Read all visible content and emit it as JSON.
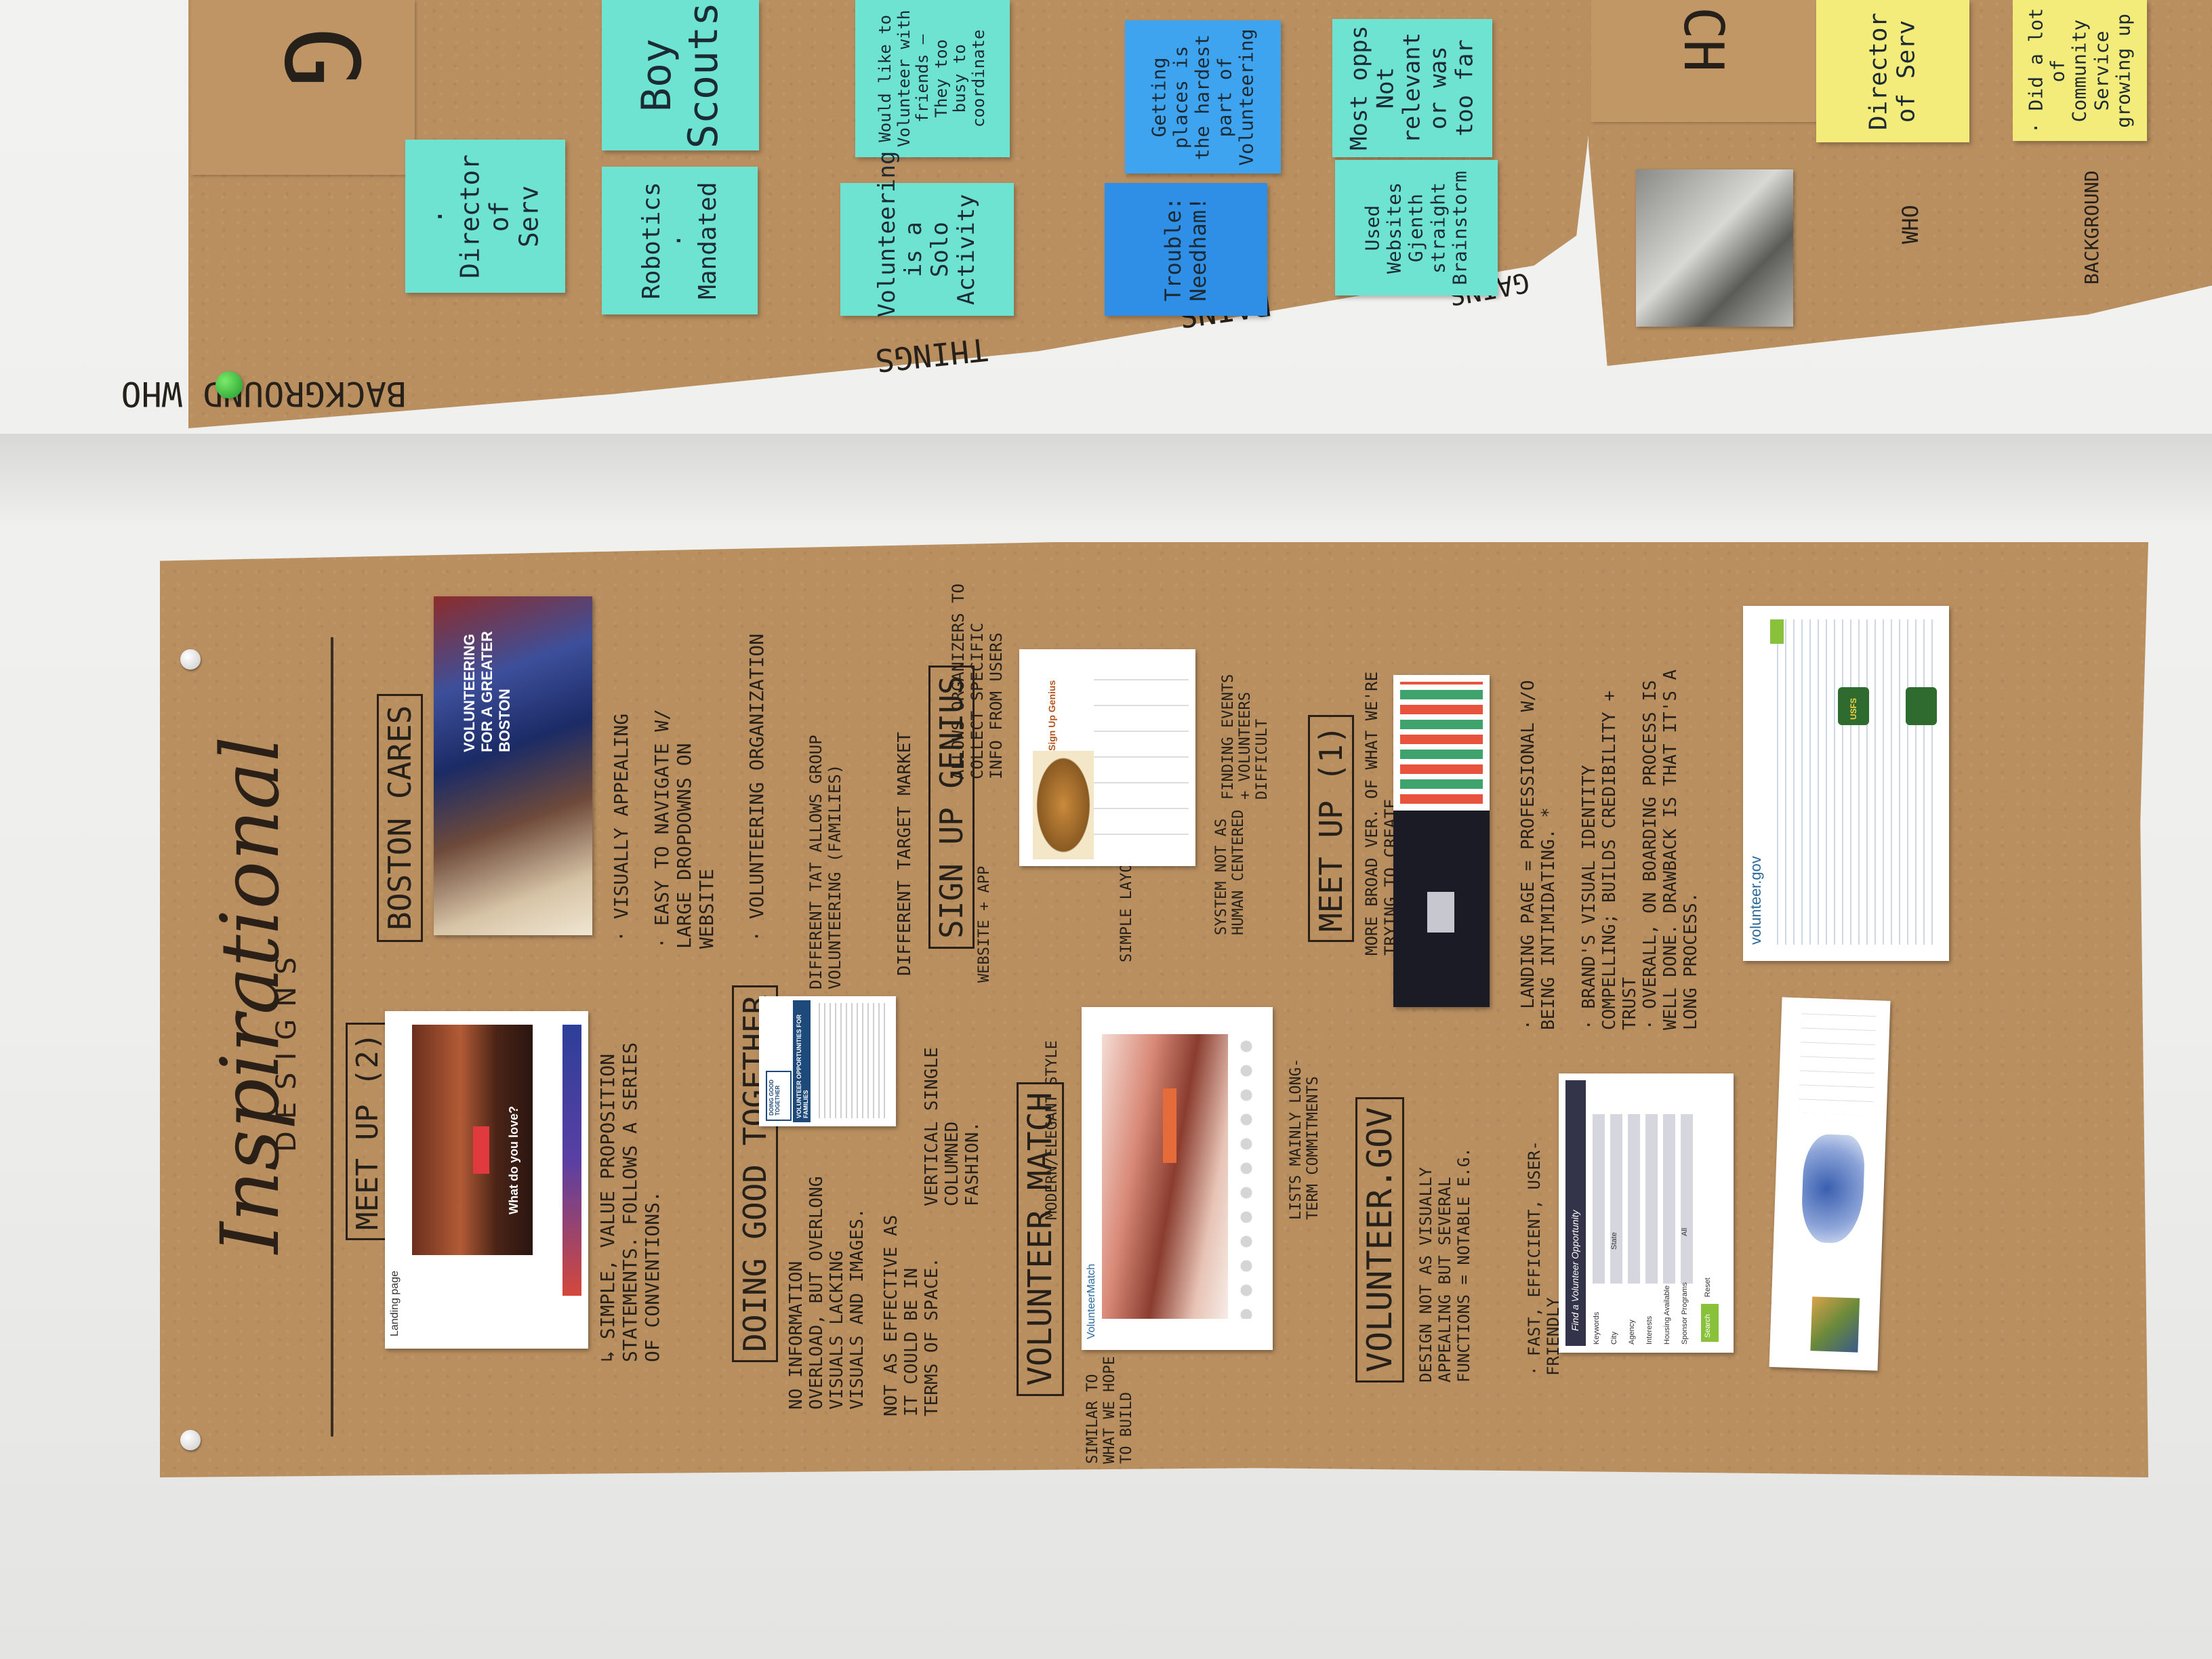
{
  "upper_board": {
    "corner_letters": "G",
    "labels": [
      "BACKGROUND WHO",
      "THINGS",
      "PAINS",
      "GAINS"
    ],
    "notes": [
      {
        "id": "n1",
        "text": "· Director\nof\nServ",
        "color": "#6fe3d2"
      },
      {
        "id": "n2",
        "text": "Boy\nScouts",
        "color": "#6fe3d2"
      },
      {
        "id": "n3",
        "text": "Robotics\n· Mandated",
        "color": "#6fe3d2"
      },
      {
        "id": "n4",
        "text": "Would like to\nVolunteer with\nfriends —\nThey too\nbusy to coordinate",
        "color": "#6fe3d2"
      },
      {
        "id": "n5",
        "text": "Volunteering\nis a\nSolo\nActivity",
        "color": "#6fe3d2"
      },
      {
        "id": "n6",
        "text": "Getting\nplaces is\nthe hardest\npart of Volunteering",
        "color": "#3fa4f0"
      },
      {
        "id": "n7",
        "text": "Trouble:\nNeedham!",
        "color": "#2f8fe6"
      },
      {
        "id": "n8",
        "text": "Most opps\nNot relevant\nor was\ntoo far",
        "color": "#6fe3d2"
      },
      {
        "id": "n9",
        "text": "Used\nWebsites\nGjenth straight\nBrainstorm",
        "color": "#6fe3d2"
      }
    ]
  },
  "right_board": {
    "corner_letters": "CH",
    "labels": [
      "WHO",
      "BACKGROUND"
    ],
    "notes": [
      {
        "id": "r1",
        "text": "Director\nof Serv",
        "color": "#f3ec7a"
      },
      {
        "id": "r2",
        "text": "· Did a lot of\nCommunity\nService\ngrowing up",
        "color": "#f3ec7a"
      }
    ]
  },
  "main_board": {
    "title": "Inspirational",
    "subtitle": "DESIGNS",
    "sections": [
      {
        "id": "boston",
        "heading": "BOSTON CARES",
        "notes": [
          "· VISUALLY APPEALING",
          "· EASY TO NAVIGATE W/ LARGE DROPDOWNS ON WEBSITE",
          "· VOLUNTEERING ORGANIZATION"
        ]
      },
      {
        "id": "meetup2",
        "heading": "MEET UP (2)",
        "notes": [
          "↳ SIMPLE, VALUE PROPOSITION STATEMENTS. FOLLOWS A SERIES OF CONVENTIONS."
        ]
      },
      {
        "id": "doinggood",
        "heading": "DOING GOOD TOGETHER",
        "notes": [
          "NO INFORMATION OVERLOAD, BUT OVERLONG VISUALS LACKING VISUALS AND IMAGES.",
          "NOT AS EFFECTIVE AS IT COULD BE IN TERMS OF SPACE.",
          "VERTICAL SINGLE COLUMNED FASHION.",
          "DIFFERENT TAT ALLOWS GROUP VOLUNTEERING (FAMILIES)",
          "DIFFERENT TARGET MARKET"
        ]
      },
      {
        "id": "signup",
        "heading": "SIGN UP GENIUS",
        "notes": [
          "ALLOWS ORGANIZERS TO COLLECT SPECIFIC INFO FROM USERS",
          "WEBSITE + APP",
          "SIMPLE LAYOUT",
          "SYSTEM NOT AS HUMAN CENTERED",
          "FINDING EVENTS + VOLUNTEERS DIFFICULT"
        ]
      },
      {
        "id": "volmatch",
        "heading": "VOLUNTEER MATCH",
        "notes": [
          "MODERN/ELEGANT STYLE",
          "LISTS MAINLY LONG-TERM COMMITMENTS",
          "SIMILAR TO WHAT WE HOPE TO BUILD"
        ]
      },
      {
        "id": "meetup1",
        "heading": "MEET UP (1)",
        "notes": [
          "MORE BROAD VER. OF WHAT WE'RE TRYING TO CREATE",
          "· LANDING PAGE = PROFESSIONAL W/O BEING INTIMIDATING. *",
          "· BRAND'S VISUAL IDENTITY COMPELLING; BUILDS CREDIBILITY + TRUST",
          "· OVERALL, ON BOARDING PROCESS IS WELL DONE. DRAWBACK IS THAT IT'S A LONG PROCESS."
        ]
      },
      {
        "id": "volgov",
        "heading": "VOLUNTEER.GOV",
        "notes": [
          "DESIGN NOT AS VISUALLY APPEALING BUT SEVERAL FUNCTIONS = NOTABLE E.G.",
          "· FAST, EFFICIENT, USER-FRIENDLY"
        ]
      }
    ],
    "screenshots": {
      "boston_cares": "VOLUNTEERING FOR A GREATER BOSTON",
      "meetup2": "What do you love?",
      "meetup2_caption": "Landing page",
      "doinggood": "VOLUNTEER OPPORTUNITIES FOR FAMILIES",
      "doinggood_logo": "DOING GOOD TOGETHER",
      "signup": "Sign Up Genius",
      "volmatch": "VolunteerMatch",
      "volgov_form_title": "Find a Volunteer Opportunity",
      "volgov_fields": [
        "Keywords",
        "City",
        "Agency",
        "Interests",
        "Housing Available",
        "Sponsor Programs"
      ],
      "volgov_state": "State",
      "volgov_all": "All",
      "volgov_search": "Search",
      "volgov_reset": "Reset",
      "volunteer_gov_logo": "volunteer.gov",
      "usfs": "USFS"
    }
  }
}
